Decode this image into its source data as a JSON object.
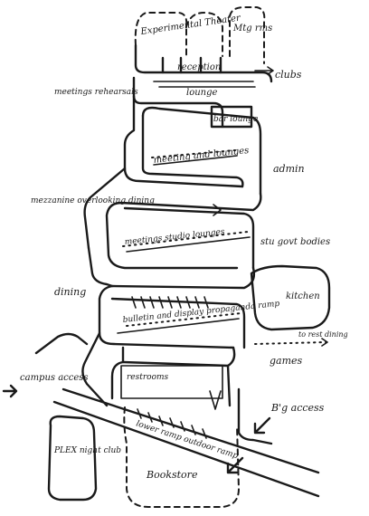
{
  "labels": {
    "experimental_theater": "Experimental Theater",
    "mtg_rms": "Mtg rms",
    "reception": "reception",
    "clubs": "clubs",
    "lounge": "lounge",
    "meetings_rehearsals": "meetings rehearsals",
    "bar_lounge": "bar lounge",
    "meeting_lounges": "meeting and lounges",
    "admin": "admin",
    "mezzanine_overlook": "mezzanine overlooking dining",
    "meeting_studio_lounges": "meetings studio lounges",
    "stu_govt_bodies": "stu govt bodies",
    "dining": "dining",
    "kitchen": "kitchen",
    "bulletin_display": "bulletin and display propaganda ramp",
    "to_rest_dining": "to rest dining",
    "games": "games",
    "campus_access": "campus access",
    "restrooms": "restrooms",
    "big_access": "B'g access",
    "lower_ramp": "lower ramp outdoor ramp",
    "plex_night_club": "PLEX night club",
    "bookstore": "Bookstore"
  }
}
